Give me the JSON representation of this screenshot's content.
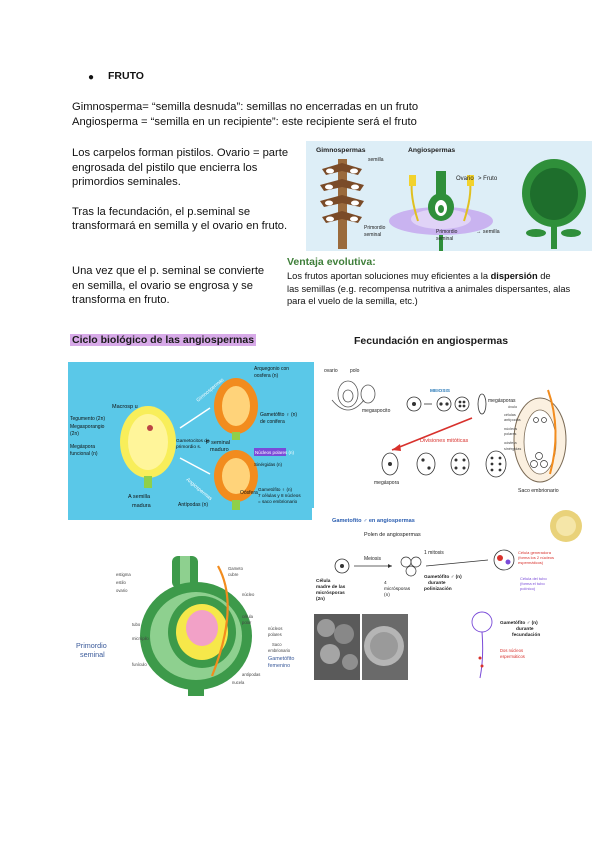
{
  "heading": {
    "bullet": "●",
    "title": "FRUTO"
  },
  "paragraphs": {
    "gimno": "Gimnosperma= “semilla desnuda”: semillas no encerradas en un fruto",
    "angio": "Angiosperma = “semilla en un recipiente”: este recipiente será el fruto",
    "carpelos": [
      "Los carpelos forman pistilos.  Ovario = parte",
      "engrosada del pistilo que encierra los",
      "primordios seminales."
    ],
    "fecundacion": [
      "Tras la fecundación, el p.seminal se",
      "transformará en semilla y el ovario en fruto."
    ],
    "vez": [
      "Una vez que el p. seminal se convierte",
      "en semilla, el ovario se engrosa y se",
      "transforma en fruto."
    ]
  },
  "fig_fruto": {
    "gimnospermas": "Gimnospermas",
    "angiospermas": "Angiospermas",
    "semilla": "semilla",
    "ovario": "Ovario",
    "fruto": "> Fruto",
    "primordio_l": [
      "Primordio",
      "seminal"
    ],
    "primordio_r": [
      "Primordio",
      "seminal"
    ],
    "semilla_arrow": "→ semilla"
  },
  "ventaja": {
    "title": "Ventaja evolutiva:",
    "line1_pre": "Los frutos aportan soluciones muy eficientes a la ",
    "line1_bold": "dispersión",
    "line1_post": " de",
    "line2": "las semillas (e.g. recompensa nutritiva a animales dispersantes, alas",
    "line3": "para el vuelo de la semilla, etc.)"
  },
  "section_titles": {
    "ciclo": "Ciclo biológico de las angiospermas",
    "fecundacion": "Fecundación en angiospermas"
  },
  "fig_ciclo": {
    "macrospora": "Macrosp u",
    "tegumento": "Tegumento (2n)",
    "megasporangio": "Megasporangio",
    "megasp2n": "(2n)",
    "megaspora": "Megáspora",
    "funcional": "funcional (n)",
    "semilla": "A semilla",
    "madura": "madura",
    "dimorfismo": [
      "Gametocitos de",
      "primordio s."
    ],
    "gimnospermas": "Gimnospermas",
    "angiospermas": "Angiospermas",
    "p_seminal": [
      "P seminal",
      "maduro"
    ],
    "gametofito1": [
      "Gametófito ♀ (n)",
      "de conifera"
    ],
    "arquegonio": [
      "Arquegonio con",
      "oosfera (n)"
    ],
    "nucleos": "Núcleos polares (n)",
    "sinergidas": "Sinérgidas (n)",
    "gametofito2": [
      "Gametófito ♀ (n)",
      "7 células y 8 núcleos",
      "= saco embrionario"
    ],
    "oosfera": "Oósfera",
    "antipodas": "Antípodas (n)"
  },
  "fig_fecund": {
    "ovario": "ovario",
    "polo": "polo",
    "megaspocito": "megaspocito",
    "meiosis": "MEIOSIS",
    "megasporas": "megásporas",
    "divisiones": "Divisiones mitóticas",
    "megaspora": "megáspora",
    "saco": "Saco embrionario",
    "right_labels": [
      "óvulo",
      "células",
      "antípodas",
      "núcleos",
      "polares",
      "oósfera",
      "sinérgidas"
    ]
  },
  "fig_gameto": {
    "title": "Gametofito ♂ en angiospermas",
    "polen": "Polen de angiospermas",
    "meiosis": "Meiosis",
    "mitosis": "1 mitosis",
    "celula": [
      "Célula",
      "madre de las",
      "micrósporas",
      "(2n)"
    ],
    "microspora": [
      "4",
      "micrósporas",
      "(n)"
    ],
    "gametofito_p": [
      "Gametófito ♂ (n)",
      "durante",
      "polinización"
    ],
    "gametofito_f": [
      "Gametófito ♂ (n)",
      "durante",
      "fecundación"
    ],
    "celula_gen": [
      "Célula generadora",
      "(forma los 2 núcleos",
      "espermáticos)"
    ],
    "celula_tubo": [
      "Célula del tubo",
      "(forma el tubo",
      "polínico)"
    ],
    "nucleos": [
      "Dos núcleos",
      "espermáticos"
    ]
  },
  "fig_primordio": {
    "label": [
      "Primordio",
      "seminal"
    ],
    "left_labels": [
      "estigma",
      "estilo",
      "ovario",
      "tubo",
      "micrópilo",
      "funículo"
    ],
    "right_top": [
      "Gameto",
      "cubre",
      "núcleo"
    ],
    "right_mid": [
      "célula",
      "polar",
      "núcleos",
      "polares"
    ],
    "right_labels": [
      "Saco",
      "embrionario",
      "Gametófito",
      "femenino",
      "antípodas",
      "nucela"
    ]
  },
  "colors": {
    "green": "#3f7f3a",
    "orange": "#f28c1e",
    "yellow": "#f5e64a",
    "cyan": "#5ac8e8",
    "lilac": "#d7a9e8",
    "red": "#d8312c"
  }
}
